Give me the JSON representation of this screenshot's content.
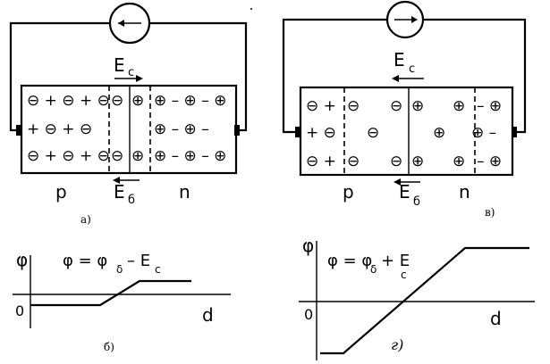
{
  "panel_a": {
    "field_ext": "E",
    "field_ext_sub": "c",
    "field_diff": "E",
    "field_diff_sub": "б",
    "region_p": "p",
    "region_n": "n",
    "caption": "а)",
    "charges_p": [
      "⊖ + ⊖ + ⊖",
      "+ ⊖ + ⊖",
      "⊖ + ⊖ + ⊖"
    ],
    "charges_n": [
      "⊕ – ⊕ – ⊕",
      "⊕ – ⊕ –",
      "⊕ – ⊕ – ⊕"
    ]
  },
  "panel_b": {
    "phi": "φ",
    "formula": "φ = φ",
    "formula_sub": "δ",
    "formula_op": "– E",
    "formula_op_sub": "c",
    "origin": "0",
    "d_label": "d",
    "caption": "б)"
  },
  "panel_v": {
    "field_ext": "E",
    "field_ext_sub": "c",
    "field_diff": "E",
    "field_diff_sub": "б",
    "region_p": "p",
    "region_n": "n",
    "caption": "в)"
  },
  "panel_g": {
    "phi": "φ",
    "formula": "φ = φ",
    "formula_sub": "δ",
    "formula_op": "+ E",
    "formula_op_sub": "c",
    "origin": "0",
    "d_label": "d",
    "caption": "г)"
  }
}
